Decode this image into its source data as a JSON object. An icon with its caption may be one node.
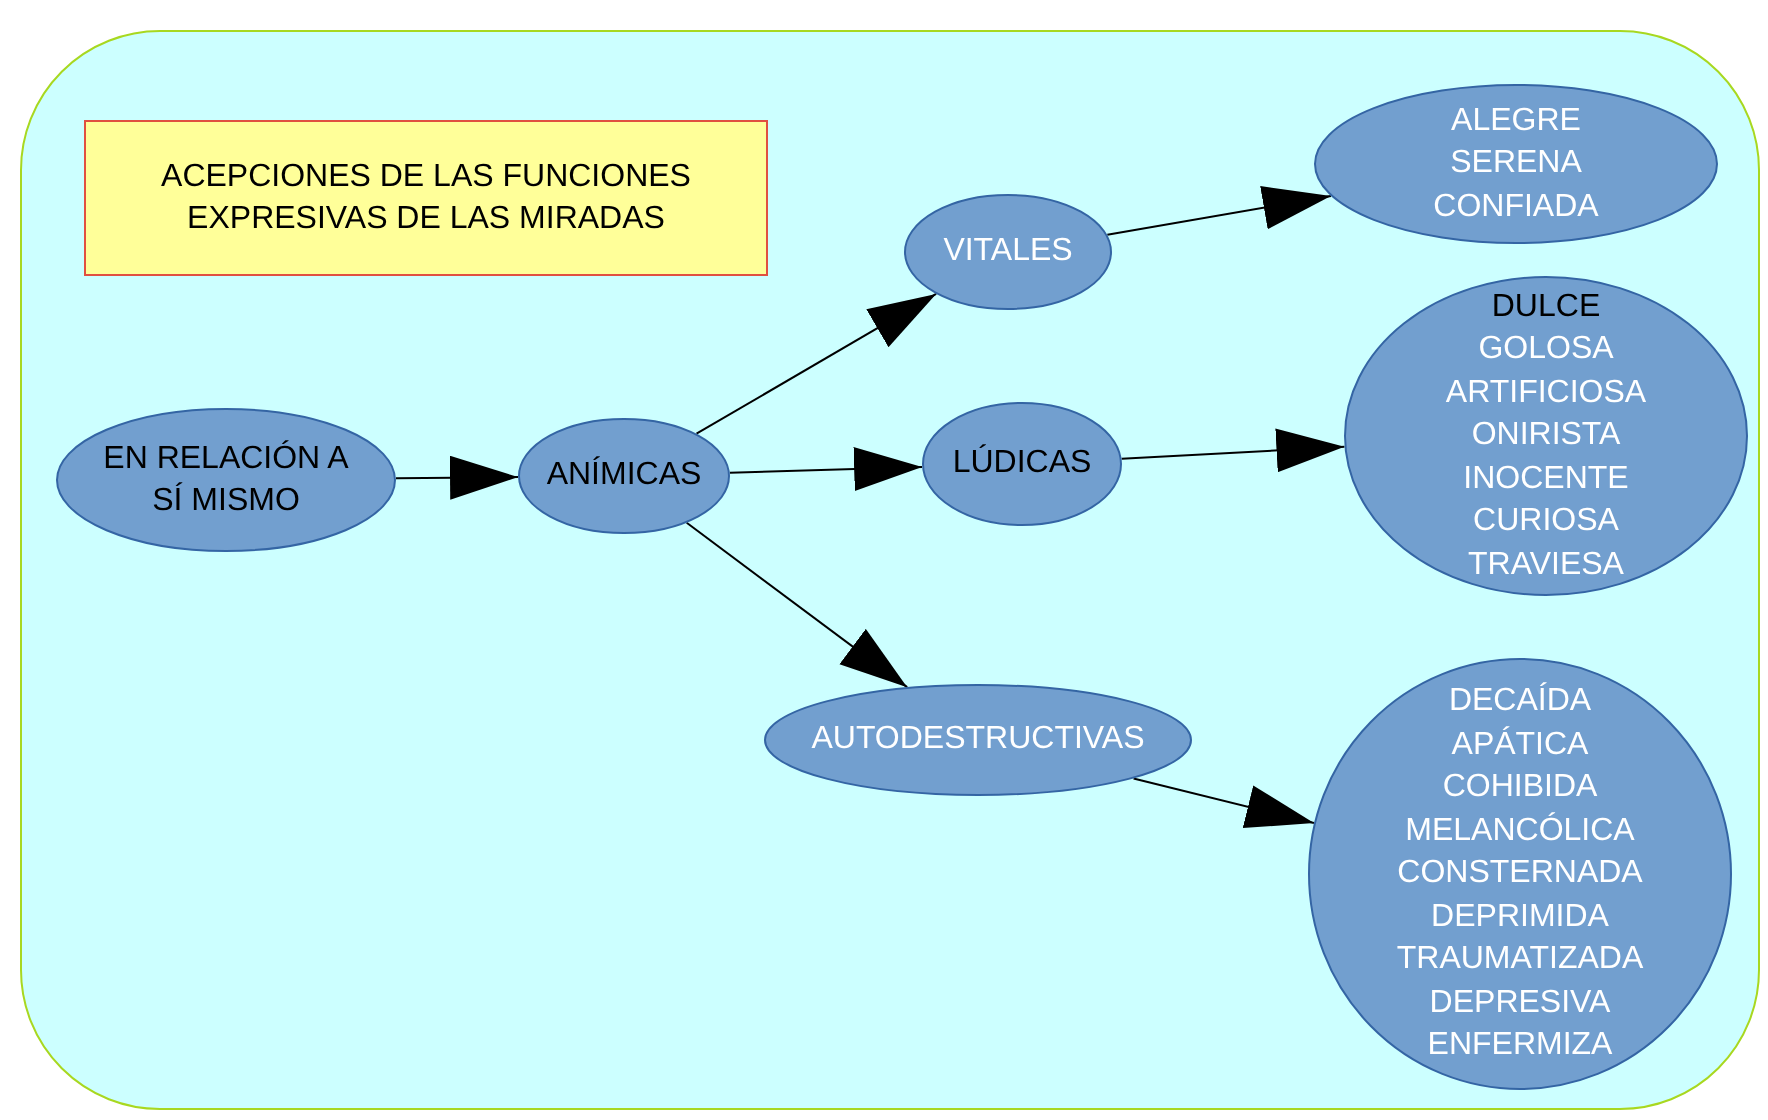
{
  "diagram": {
    "title": "ACEPCIONES DE LAS FUNCIONES EXPRESIVAS DE LAS MIRADAS",
    "nodes": [
      {
        "text": [
          "EN RELACIÓN A SÍ MISMO"
        ]
      },
      {
        "text": [
          "ANÍMICAS"
        ]
      },
      {
        "text": [
          "VITALES"
        ]
      },
      {
        "text": [
          "LÚDICAS"
        ]
      },
      {
        "text": [
          "AUTODESTRUCTIVAS"
        ]
      },
      {
        "text": [
          "ALEGRE",
          "SERENA",
          "CONFIADA"
        ]
      },
      {
        "text": [
          "DULCE",
          "GOLOSA",
          "ARTIFICIOSA",
          "ONIRISTA",
          "INOCENTE",
          "CURIOSA",
          "TRAVIESA"
        ]
      },
      {
        "text": [
          "DECAÍDA",
          "APÁTICA",
          "COHIBIDA",
          "MELANCÓLICA",
          "CONSTERNADA",
          "DEPRIMIDA",
          "TRAUMATIZADA",
          "DEPRESIVA",
          "ENFERMIZA"
        ]
      }
    ],
    "edges": [
      {
        "from": 0,
        "to": 1,
        "arrow": "to"
      },
      {
        "from": 1,
        "to": 2,
        "arrow": "to"
      },
      {
        "from": 1,
        "to": 3,
        "arrow": "to"
      },
      {
        "from": 1,
        "to": 4,
        "arrow": "to"
      },
      {
        "from": 2,
        "to": 5,
        "arrow": "to"
      },
      {
        "from": 3,
        "to": 6,
        "arrow": "to"
      },
      {
        "from": 4,
        "to": 7,
        "arrow": "to"
      }
    ]
  }
}
